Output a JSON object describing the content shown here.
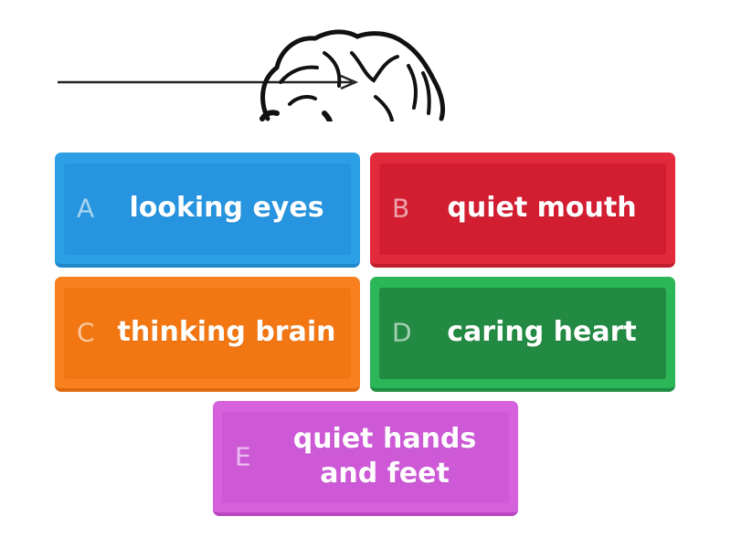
{
  "illustration": {
    "icon": "brain-drawing-icon"
  },
  "options": [
    {
      "letter": "A",
      "text": "looking eyes",
      "color": "#2c9fe6"
    },
    {
      "letter": "B",
      "text": "quiet mouth",
      "color": "#e22a3c"
    },
    {
      "letter": "C",
      "text": "thinking brain",
      "color": "#f8801f"
    },
    {
      "letter": "D",
      "text": "caring heart",
      "color": "#2bb657"
    },
    {
      "letter": "E",
      "text": "quiet hands and feet",
      "color": "#d561dd"
    }
  ]
}
